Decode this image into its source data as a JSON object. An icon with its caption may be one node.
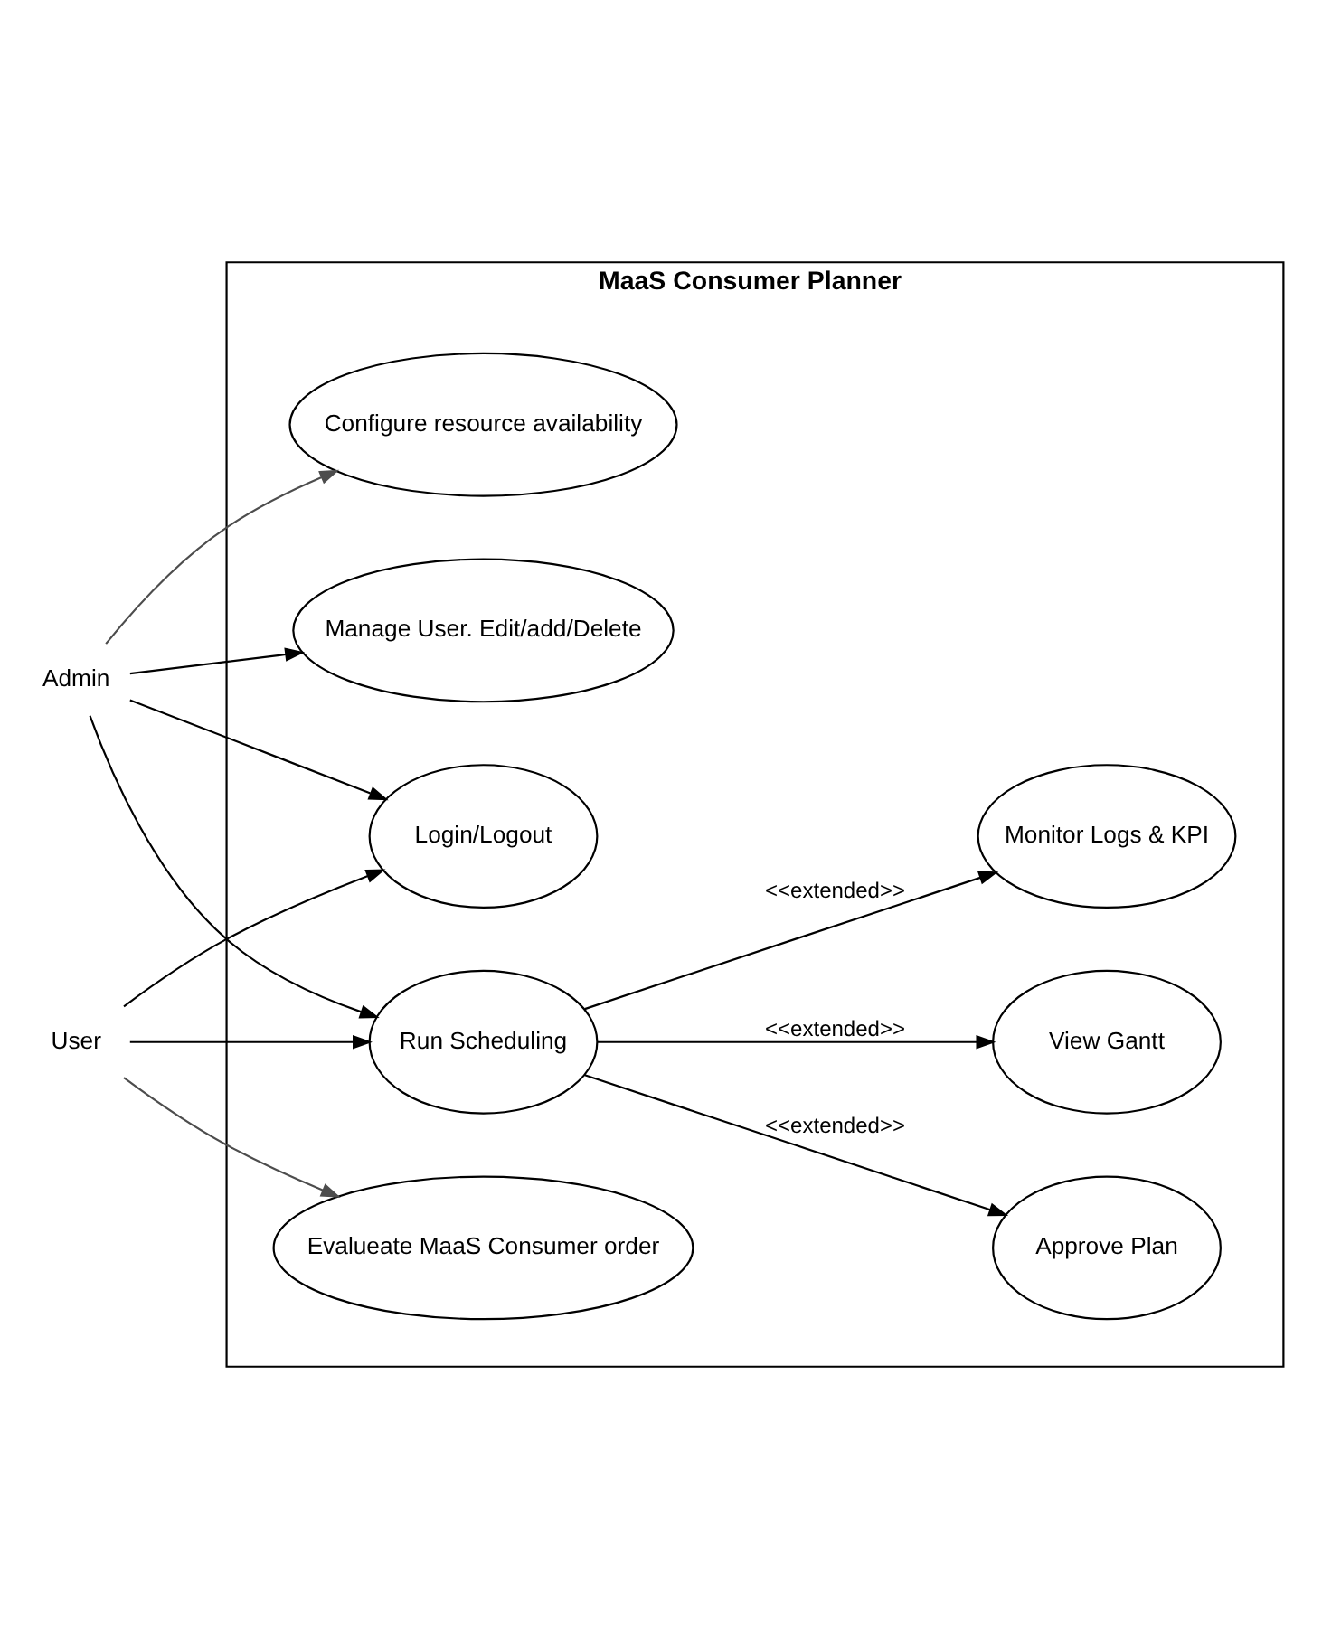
{
  "diagram": {
    "nodes": [
      {
        "text": [
          "MaaS Consumer Planner"
        ]
      },
      {
        "text": [
          "Manage User. Edit/add/Delete"
        ],
        "in": 0
      },
      {
        "text": [
          "Login/Logout"
        ],
        "in": 0
      },
      {
        "text": [
          "Admin"
        ]
      },
      {
        "text": [
          "Configure resource availability"
        ],
        "in": 0
      },
      {
        "text": [
          "Approve Plan"
        ],
        "in": 0
      },
      {
        "text": [
          "Run Scheduling"
        ],
        "in": 0
      },
      {
        "text": [
          "View Gantt"
        ],
        "in": 0
      },
      {
        "text": [
          "Evalueate MaaS Consumer order"
        ],
        "in": 0
      },
      {
        "text": [
          "Monitor Logs & KPI"
        ],
        "in": 0
      },
      {
        "text": [
          "User"
        ]
      }
    ],
    "edges": [
      {
        "from": 3,
        "to": 1,
        "arrow": "to"
      },
      {
        "from": 3,
        "to": 2,
        "arrow": "to"
      },
      {
        "from": 3,
        "to": 4,
        "arrow": "to",
        "color": "#4d4d4d"
      },
      {
        "from": 3,
        "to": 6,
        "arrow": "to"
      },
      {
        "from": 10,
        "to": 2,
        "arrow": "to"
      },
      {
        "from": 10,
        "to": 6,
        "arrow": "to"
      },
      {
        "from": 10,
        "to": 8,
        "arrow": "to",
        "color": "#4d4d4d"
      },
      {
        "from": 6,
        "to": 5,
        "arrow": "to",
        "label": "<<extended>>"
      },
      {
        "from": 6,
        "to": 7,
        "arrow": "to",
        "label": "<<extended>>"
      },
      {
        "from": 6,
        "to": 9,
        "arrow": "to",
        "label": "<<extended>>"
      }
    ]
  }
}
